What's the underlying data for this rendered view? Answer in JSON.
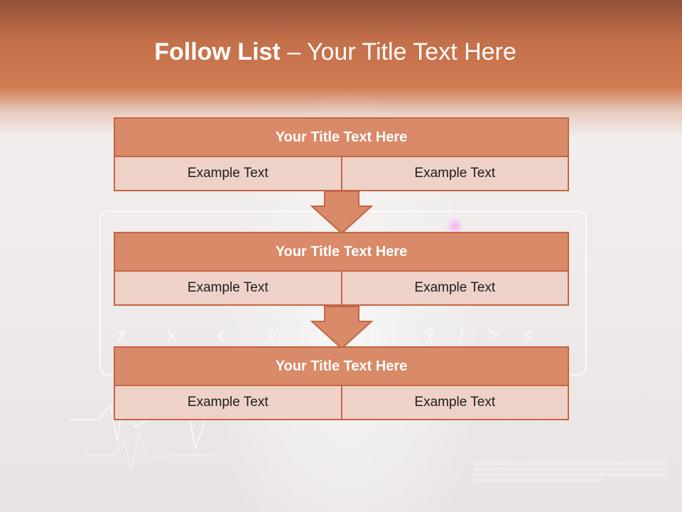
{
  "slide": {
    "title_bold": "Follow List",
    "title_rest": " – Your Title Text Here",
    "background": {
      "keys_row": "z x c v b n",
      "keys_row_right": "? / > <",
      "binary": "0000200040000200010000000000200000400004000000000000010000000002000000000200000000000000000000020000000001000000000000000000000000200000000002000000000000002000000000000000400000000000000000000000000000000000000000000000000000000000000000"
    },
    "blocks": [
      {
        "title": "Your Title Text Here",
        "left": "Example Text",
        "right": "Example Text"
      },
      {
        "title": "Your Title Text Here",
        "left": "Example Text",
        "right": "Example Text"
      },
      {
        "title": "Your Title Text Here",
        "left": "Example Text",
        "right": "Example Text"
      }
    ],
    "colors": {
      "header_fill": "#d98a68",
      "border": "#c46543",
      "cell_fill": "#efd2c7",
      "banner": "#d07a52"
    }
  }
}
